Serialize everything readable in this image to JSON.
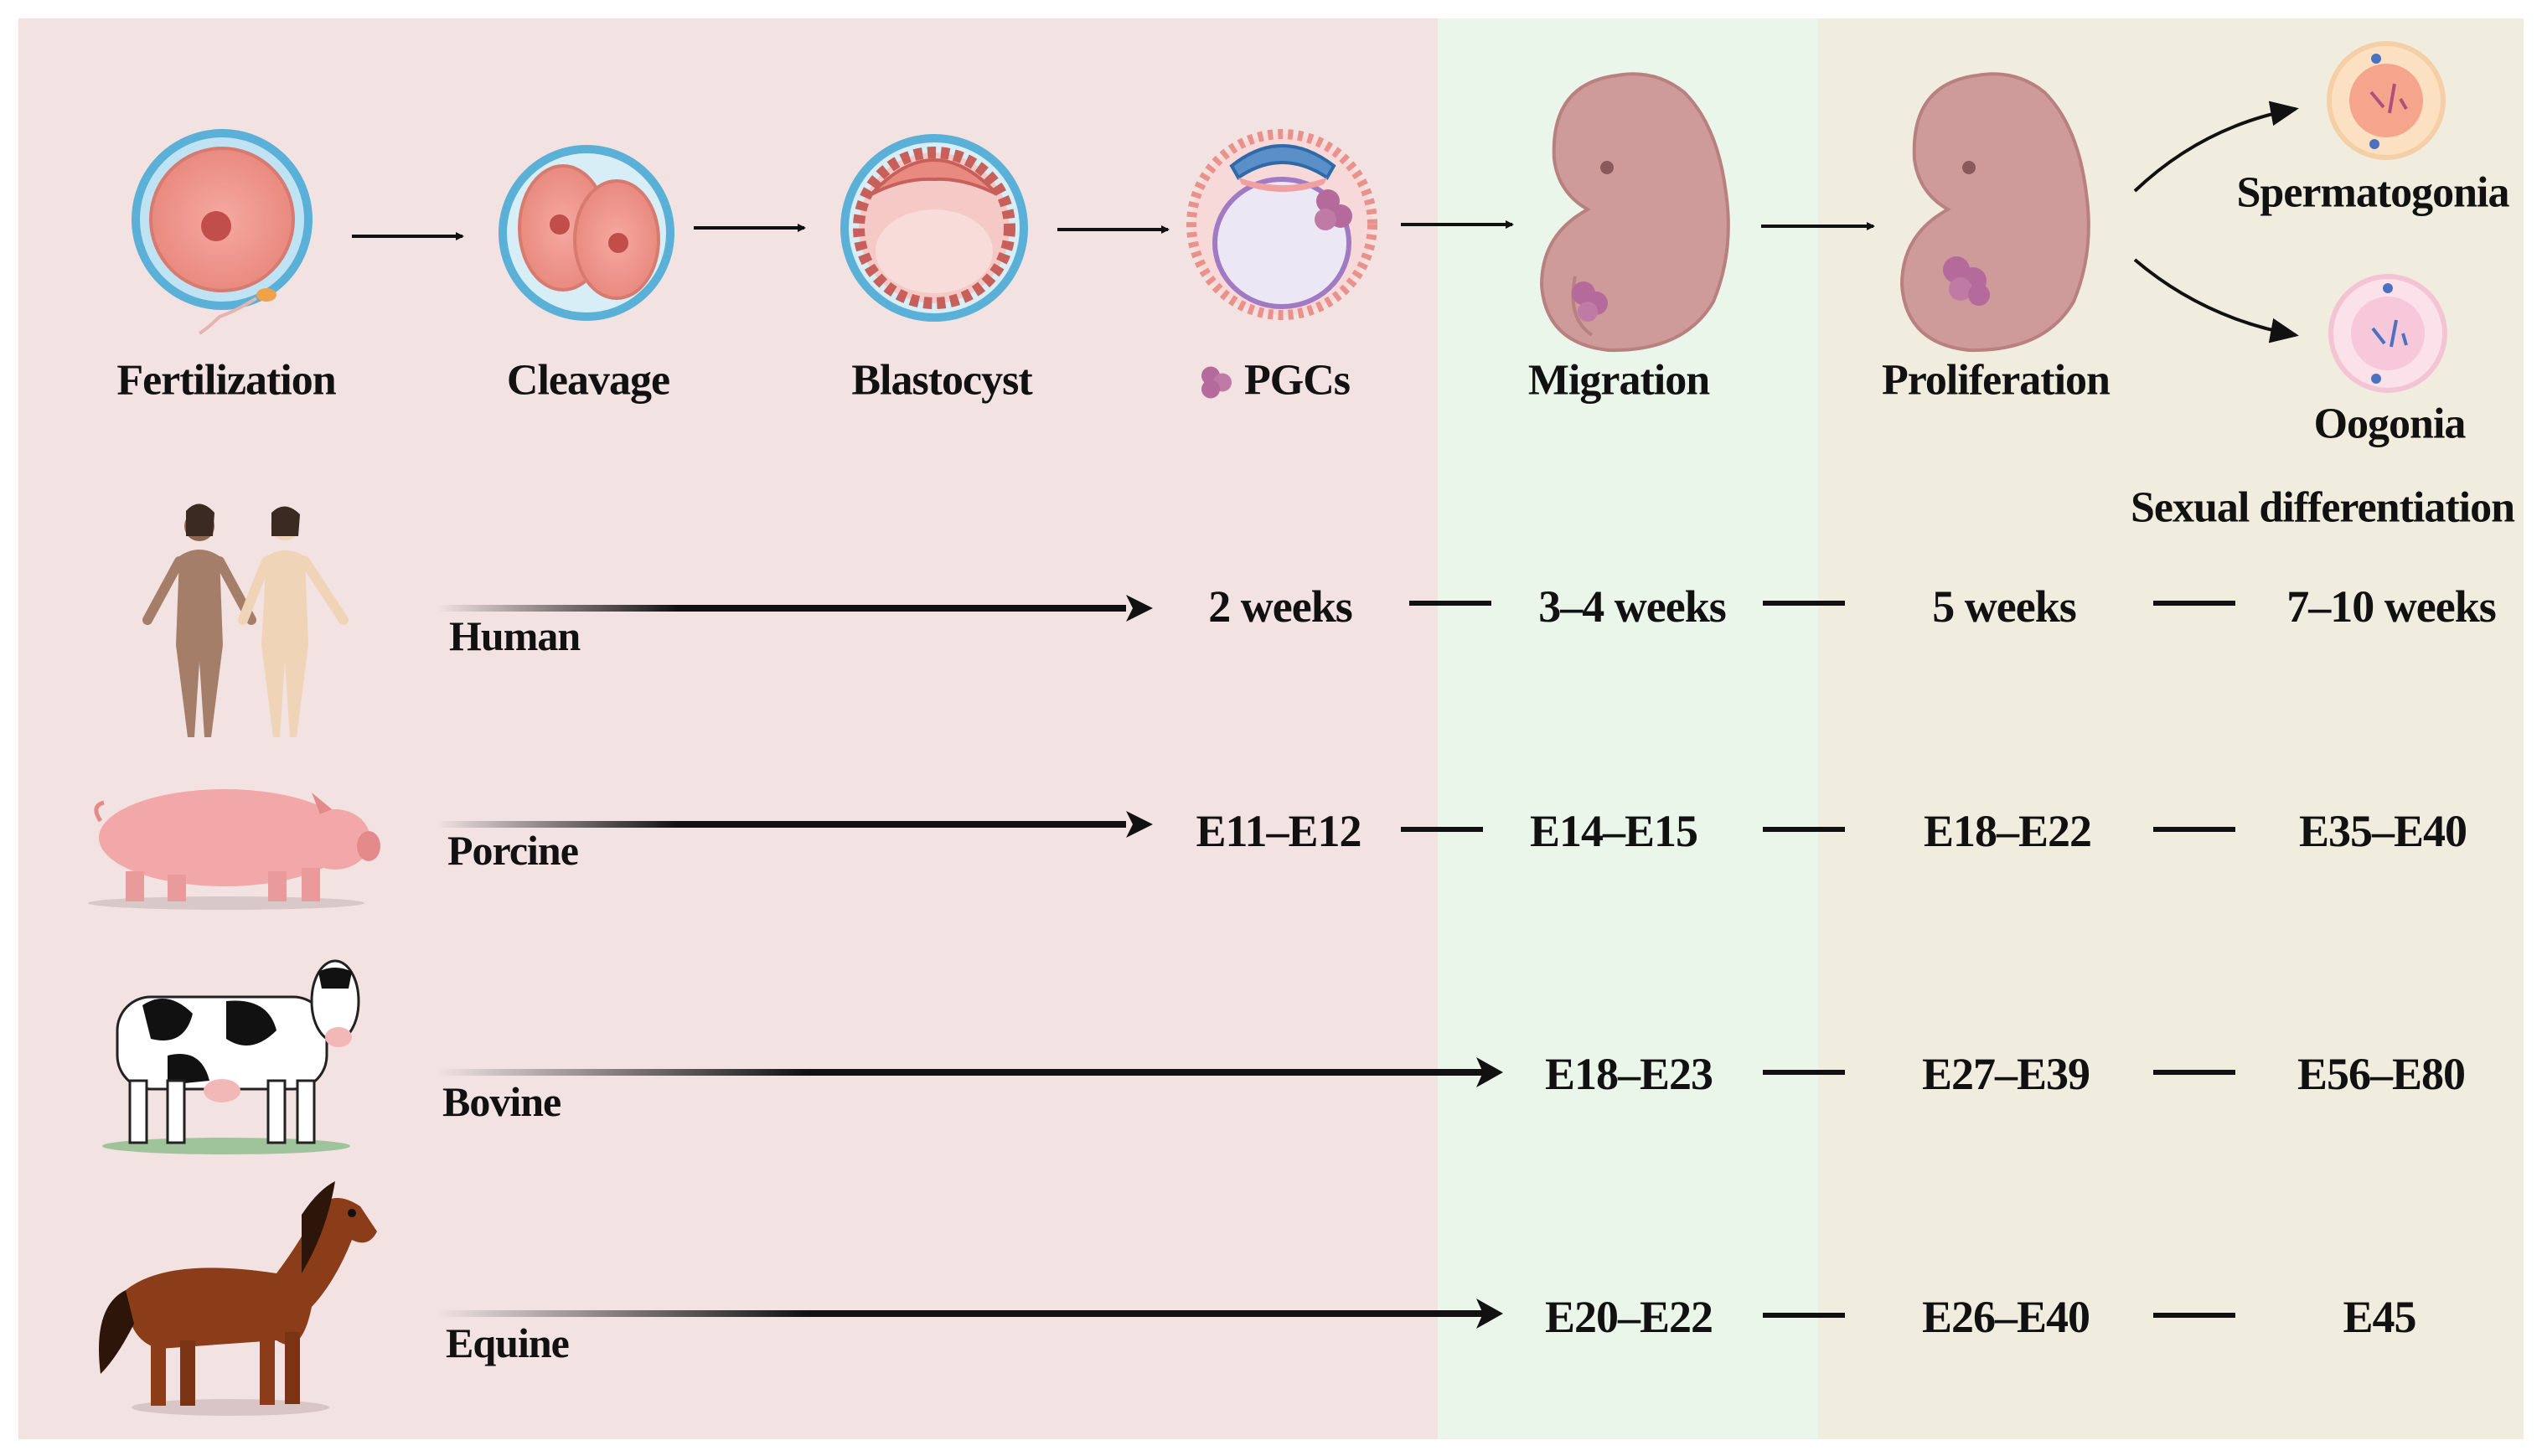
{
  "stages": [
    {
      "id": "fertilization",
      "label": "Fertilization"
    },
    {
      "id": "cleavage",
      "label": "Cleavage"
    },
    {
      "id": "blastocyst",
      "label": "Blastocyst"
    },
    {
      "id": "pgcs",
      "label": "PGCs"
    },
    {
      "id": "migration",
      "label": "Migration"
    },
    {
      "id": "proliferation",
      "label": "Proliferation"
    }
  ],
  "differentiation": {
    "spermatogonia": "Spermatogonia",
    "oogonia": "Oogonia",
    "sexual_differentiation": "Sexual differentiation"
  },
  "species": [
    {
      "id": "human",
      "label": "Human",
      "times": [
        "2 weeks",
        "3–4 weeks",
        "5 weeks",
        "7–10 weeks"
      ]
    },
    {
      "id": "porcine",
      "label": "Porcine",
      "times": [
        "E11–E12",
        "E14–E15",
        "E18–E22",
        "E35–E40"
      ]
    },
    {
      "id": "bovine",
      "label": "Bovine",
      "times": [
        "E18–E23",
        "E27–E39",
        "E56–E80"
      ]
    },
    {
      "id": "equine",
      "label": "Equine",
      "times": [
        "E20–E22",
        "E26–E40",
        "E45"
      ]
    }
  ],
  "colors": {
    "pink_panel": "#f2e2e2",
    "green_panel": "#ebf6eb",
    "beige_panel": "#f1edde",
    "embryo": "#cf9a9a",
    "cell_ring": "#5bb0d8"
  }
}
